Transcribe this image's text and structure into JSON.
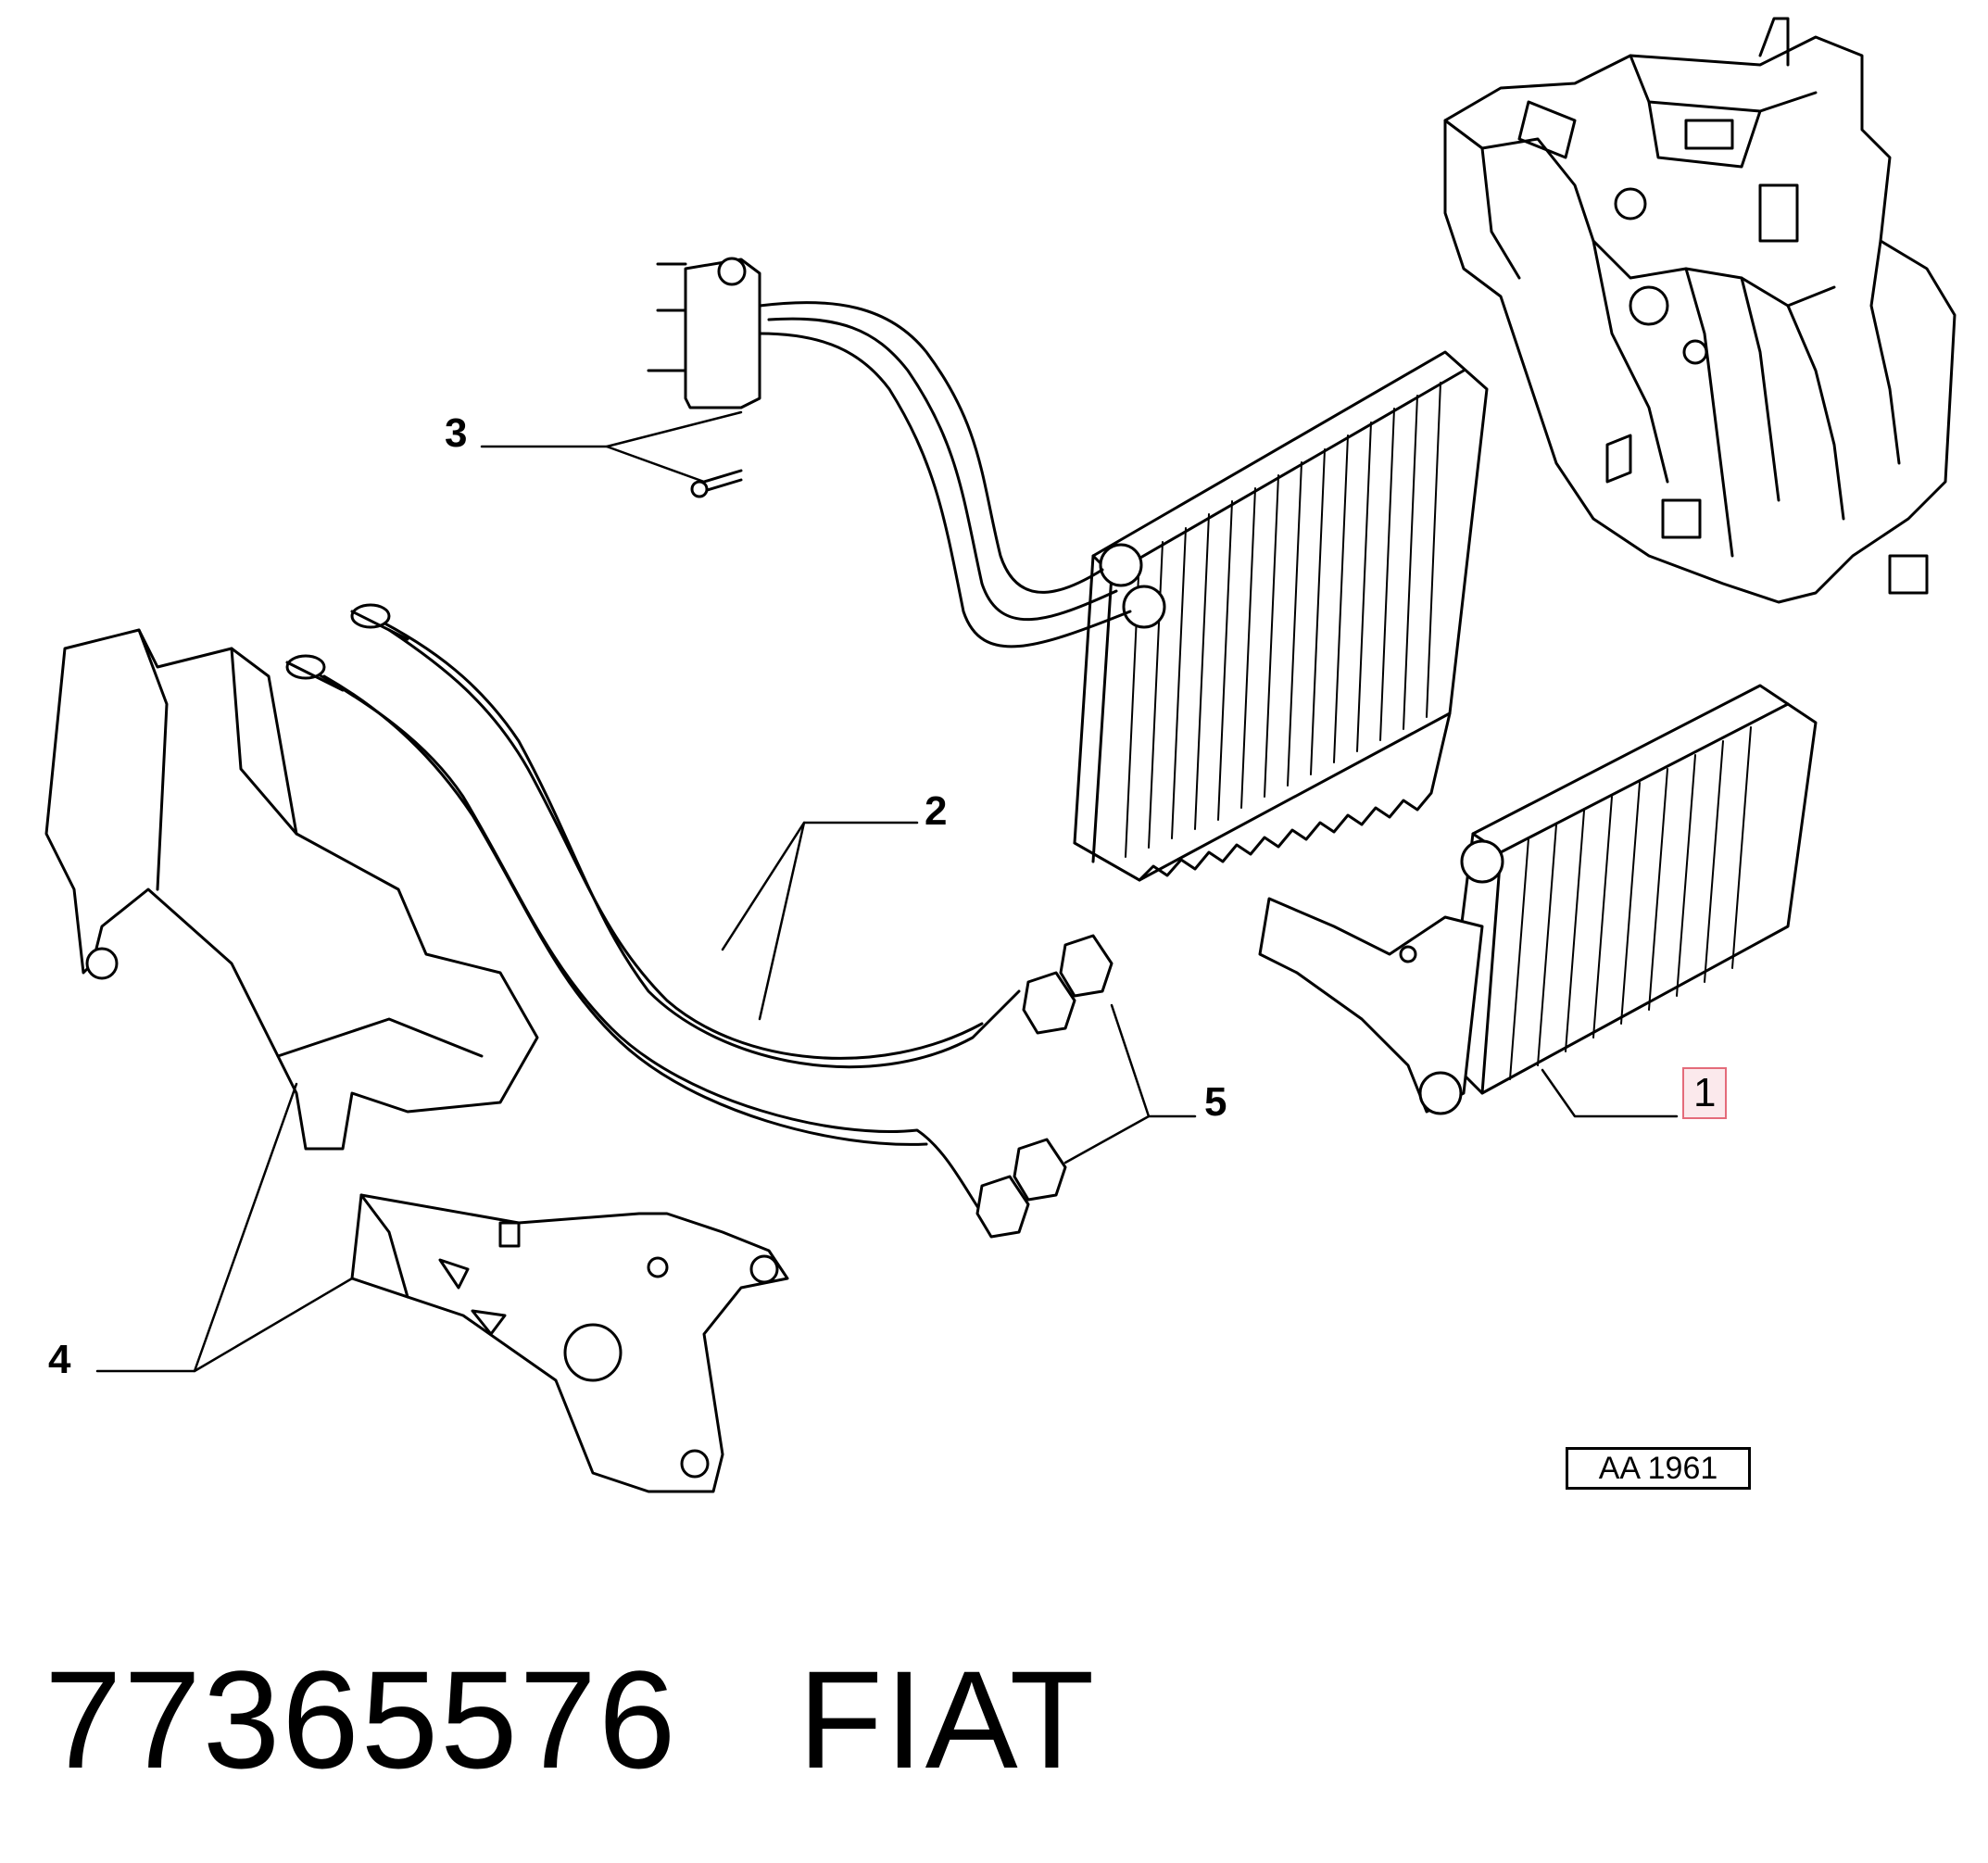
{
  "callouts": [
    {
      "id": "1",
      "label": "1"
    },
    {
      "id": "2",
      "label": "2"
    },
    {
      "id": "3",
      "label": "3"
    },
    {
      "id": "4",
      "label": "4"
    },
    {
      "id": "5",
      "label": "5"
    }
  ],
  "reference_code": "AA 1961",
  "part_number": "77365576",
  "brand": "FIAT",
  "highlight_color": "#e46b7a"
}
